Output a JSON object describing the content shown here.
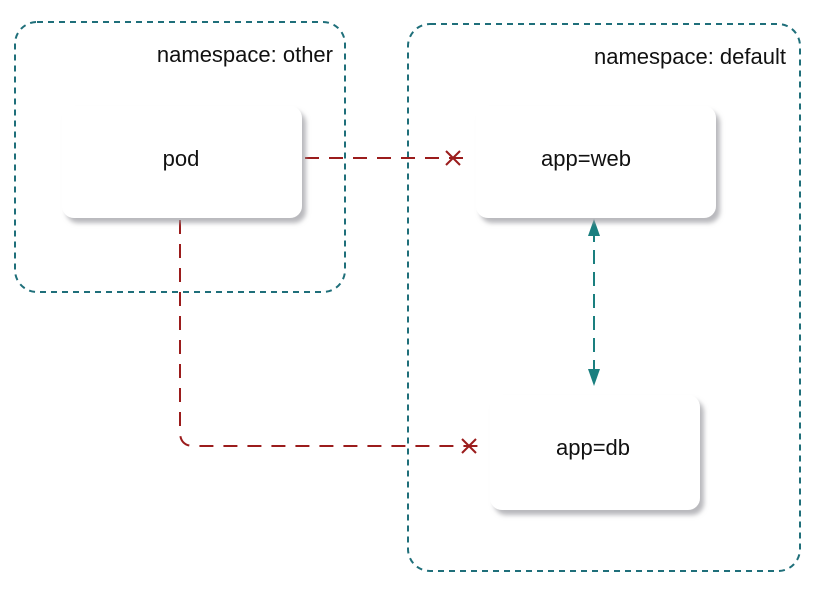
{
  "namespaces": {
    "other": {
      "label": "namespace: other"
    },
    "default": {
      "label": "namespace: default"
    }
  },
  "nodes": {
    "pod": {
      "label": "pod"
    },
    "web": {
      "label": "app=web"
    },
    "db": {
      "label": "app=db"
    }
  },
  "colors": {
    "namespace_border": "#1f6f7a",
    "denied_edge": "#9b1c1c",
    "allowed_edge": "#1a7f7f",
    "node_shadow": "#c8c8cc",
    "node_fill": "#ffffff"
  }
}
